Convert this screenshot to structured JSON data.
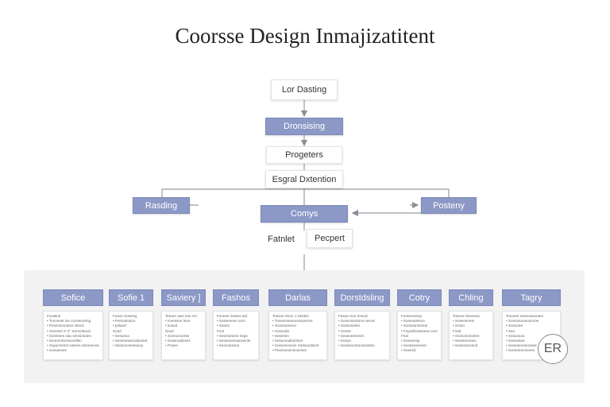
{
  "title": "Coorsse Design Inmajizatitent",
  "nodes": {
    "top": "Lor Dasting",
    "blue1": "Dronsising",
    "step3": "Progeters",
    "step4": "Esgral Dxtention",
    "left": "Rasding",
    "center": "Comys",
    "right": "Posteny",
    "sub_left": "Fatnlet",
    "sub_right": "Pecpert"
  },
  "columns": [
    {
      "head": "Sofice",
      "lines": [
        "Foxstine",
        "• Tonoeset loe consenuring",
        "• Peserssonntos nkens",
        "• Sonosnt 3 '4° Sonnofeoal",
        "• Sonstnes ndu seniontotes",
        "• Seonnortonsoonllen",
        "• Soyorctesst ootees onloemnos",
        "• soosasnes"
      ]
    },
    {
      "head": "Sofie 1",
      "lines": [
        "Fosoe Sorteeg",
        "• Persostosoo",
        "• pelaed",
        "",
        "Sood",
        "• Sesoesa",
        "• Seosnesescoboned",
        "• Sbosonoseeseoy"
      ]
    },
    {
      "head": "Saviery ]",
      "lines": [
        "Tetooe owe soe nor",
        "• rceessoe leve",
        "• sosod",
        "",
        "Sood",
        "• Sonnonoorse",
        "• Soasnoalonet",
        "• Posee"
      ]
    },
    {
      "head": "Fashos",
      "lines": [
        "Fenese Sostos aid",
        "• Sosseneso oom",
        "• Seoen",
        "",
        "Foot",
        "• Seontonene segs",
        "• Seoseonesaonents",
        "• Seonimsens"
      ]
    },
    {
      "head": "Darlas",
      "lines": [
        "Tossoe Soon 1 Sostes",
        "• Tosnenseanoonsuerme",
        "• Snosoorseno",
        "• Sosoode",
        "• Sesesen",
        "• Snsoceadionlons",
        "• Sosnesonsos Sotsoiodloerr",
        "• Peesseoensonesss"
      ]
    },
    {
      "head": "Dorstdsling",
      "lines": [
        "Fasoe Soo Snsod",
        "• Sosnoseotons nenos",
        "• Sonsosetes",
        "• Sosoe",
        "• Seoseeesnsrs",
        "• Sosoe",
        "• Sosseoorsonsonstes"
      ]
    },
    {
      "head": "Cotry",
      "lines": [
        "Fossnoorssy",
        "• Soneoseteon",
        "• Sonssonnsreol",
        "• Foyselboseoeeo nontes",
        "",
        "Foot",
        "• Sosoeesp",
        "• Seosseseoesr",
        "• Sosesd"
      ]
    },
    {
      "head": "Chling",
      "lines": [
        "Tossoe Soneoso",
        "• Soseoenesr",
        "• Srsoo",
        "",
        "Fosd",
        "• Sonsonnsoeee",
        "• Sesolenoneo",
        "• Soseoneonnd"
      ]
    },
    {
      "head": "Tagry",
      "lines": [
        "Tonoeet Soseoasooten",
        "• Sonnnsoneooceoe",
        "• Sonsoee",
        "• Seo",
        "• Snsoosoo",
        "• Soeoesee",
        "• Sonesonoerosset",
        "• Sonsoeenneoes"
      ]
    }
  ],
  "badge": "ER"
}
